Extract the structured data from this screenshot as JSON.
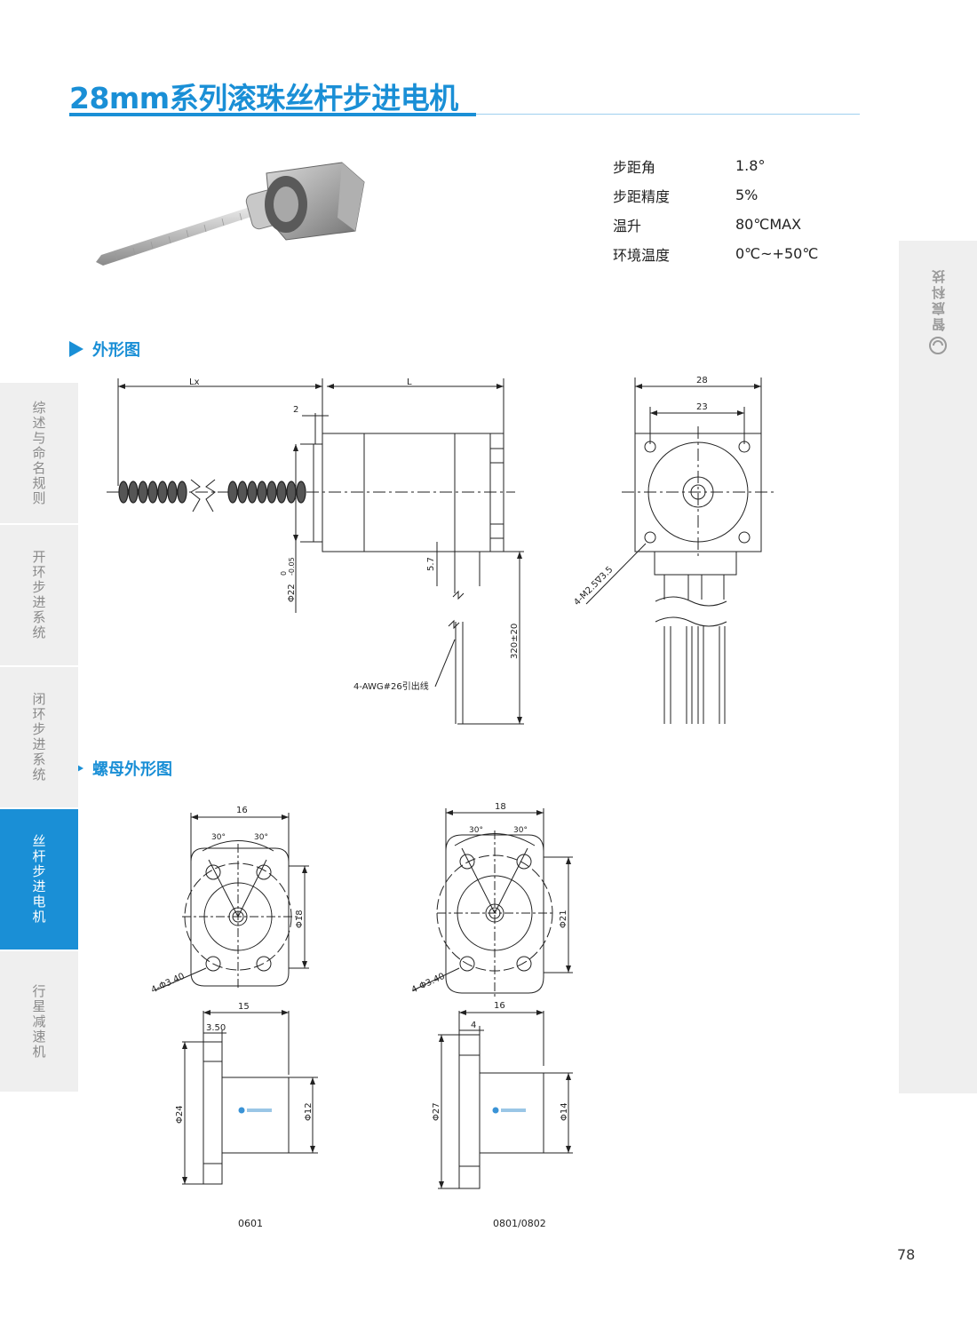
{
  "header": {
    "title": "28mm系列滚珠丝杆步进电机"
  },
  "specs": [
    {
      "label": "步距角",
      "value": "1.8°"
    },
    {
      "label": "步距精度",
      "value": "5%"
    },
    {
      "label": "温升",
      "value": "80℃MAX"
    },
    {
      "label": "环境温度",
      "value": "0℃~+50℃"
    }
  ],
  "sections": {
    "outline": "外形图",
    "nut_outline": "螺母外形图"
  },
  "outline_dims": {
    "lx": "Lx",
    "l": "L",
    "two": "2",
    "phi22": "Φ22",
    "tol_top": "0",
    "tol_bottom": "-0.05",
    "d57": "5.7",
    "d320": "320±20",
    "wire": "4-AWG#26引出线",
    "w28": "28",
    "w23": "23",
    "hole": "4-M2.5∇3.5"
  },
  "nut_dims": {
    "a16": "16",
    "a30l": "30°",
    "a30r": "30°",
    "a18": "Φ18",
    "ahole": "4-Φ3.40",
    "a15": "15",
    "a350": "3.50",
    "a24": "Φ24",
    "a12": "Φ12",
    "a_model": "0601",
    "b18": "18",
    "b30l": "30°",
    "b30r": "30°",
    "b21": "Φ21",
    "bhole": "4-Φ3.40",
    "b16": "16",
    "b4": "4",
    "b27": "Φ27",
    "b14": "Φ14",
    "b_model": "0801/0802"
  },
  "sidebar": {
    "brand": "智宸科技",
    "items": [
      {
        "label": "综述与命名规则",
        "active": false
      },
      {
        "label": "开环步进系统",
        "active": false
      },
      {
        "label": "闭环步进系统",
        "active": false
      },
      {
        "label": "丝杆步进电机",
        "active": true
      },
      {
        "label": "行星减速机",
        "active": false
      }
    ]
  },
  "footer": {
    "page": "78"
  },
  "colors": {
    "accent": "#1a8fd6",
    "sidebar_bg": "#efefef"
  }
}
